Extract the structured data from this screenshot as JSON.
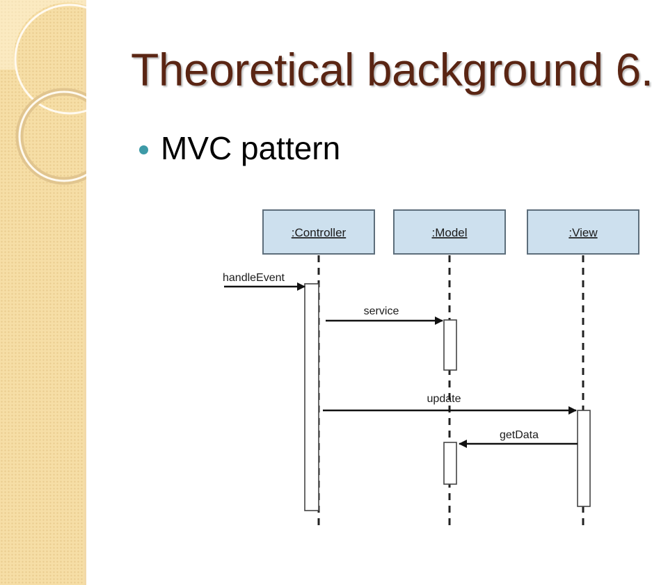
{
  "slide": {
    "title": "Theoretical background 6.",
    "bullet": "MVC pattern",
    "accent_color": "#3d9aa7",
    "title_color": "#5a2513"
  },
  "diagram": {
    "type": "uml-sequence",
    "lifelines": [
      ":Controller",
      ":Model",
      ":View"
    ],
    "messages": [
      {
        "label": "handleEvent",
        "from": "external",
        "to": ":Controller"
      },
      {
        "label": "service",
        "from": ":Controller",
        "to": ":Model"
      },
      {
        "label": "update",
        "from": ":Controller",
        "to": ":View"
      },
      {
        "label": "getData",
        "from": ":View",
        "to": ":Model"
      }
    ]
  }
}
